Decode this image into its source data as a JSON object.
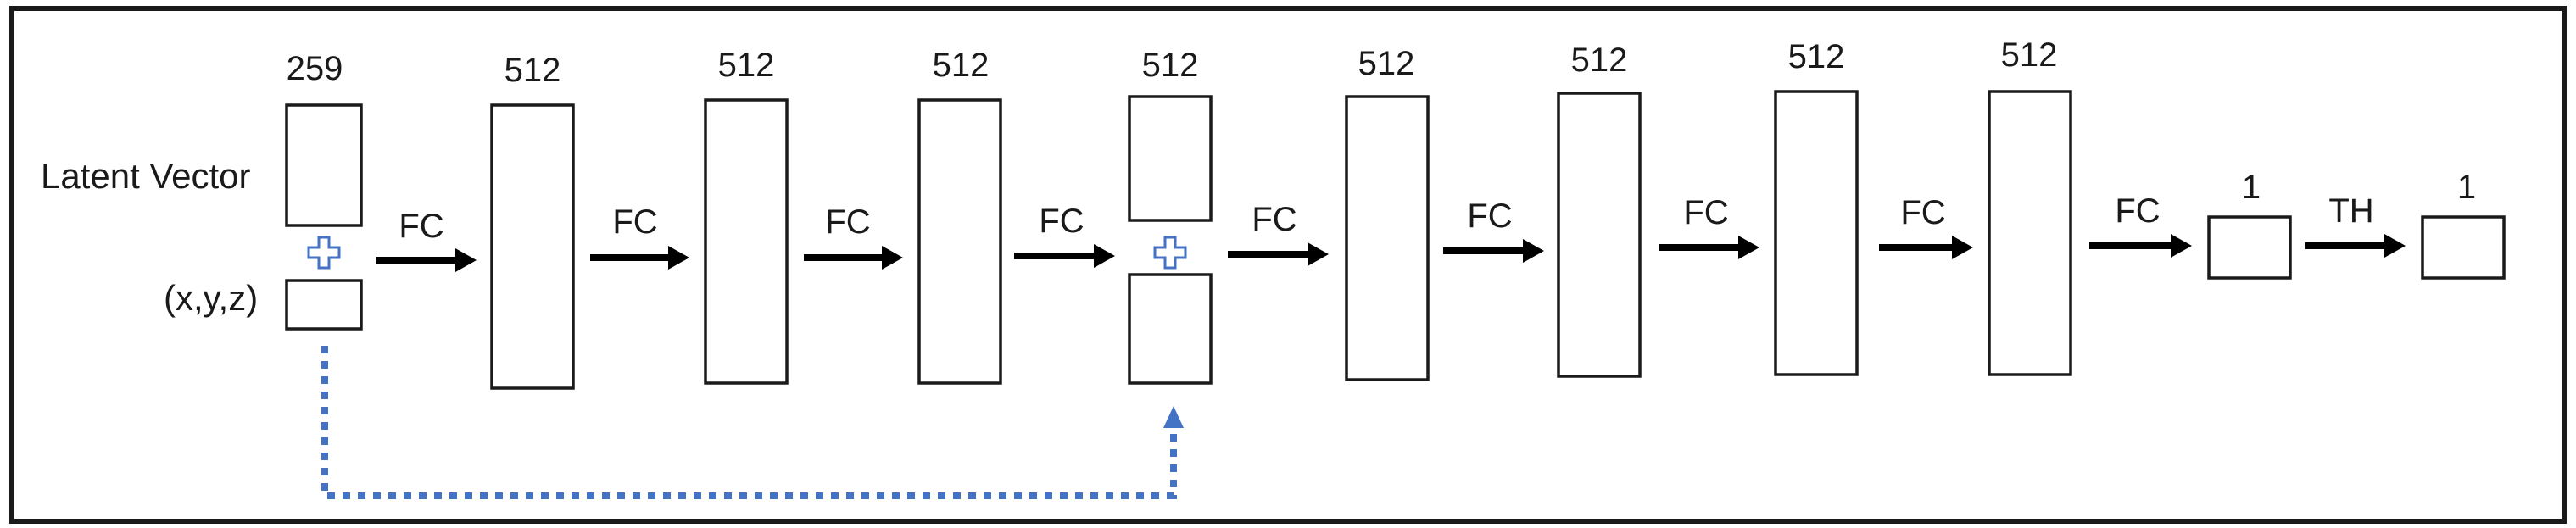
{
  "diagram": {
    "input_labels": {
      "latent": "Latent Vector",
      "coords": "(x,y,z)"
    },
    "layer_sizes": [
      "259",
      "512",
      "512",
      "512",
      "512",
      "512",
      "512",
      "512",
      "512",
      "1",
      "1"
    ],
    "arrow_labels": [
      "FC",
      "FC",
      "FC",
      "FC",
      "FC",
      "FC",
      "FC",
      "FC",
      "FC",
      "TH"
    ],
    "colors": {
      "outline": "#1a1a1a",
      "arrow": "#000000",
      "skip_connection": "#4472c4",
      "concat_plus": "#4472c4"
    },
    "icons": {
      "concat": "plus-icon",
      "skip": "dotted-arrow-icon"
    }
  }
}
